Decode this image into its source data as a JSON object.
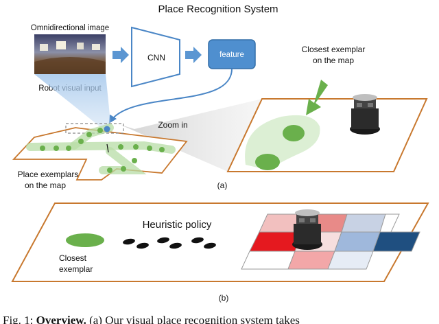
{
  "title": "Place Recognition System",
  "panel_a": {
    "omni_label": "Omnidirectional image",
    "robot_input_label": "Robot visual input",
    "cnn_label": "CNN",
    "feature_label": "feature",
    "closest_label_line1": "Closest exemplar",
    "closest_label_line2": "on the map",
    "zoom_label": "Zoom in",
    "place_label_line1": "Place exemplars",
    "place_label_line2": "on the map",
    "panel_tag": "(a)"
  },
  "panel_b": {
    "policy_label": "Heuristic policy",
    "closest_line1": "Closest",
    "closest_line2": "exemplar",
    "panel_tag": "(b)"
  },
  "caption": {
    "prefix": "Fig.  1: ",
    "bold": "Overview.",
    "rest": " (a) Our visual place recognition system takes"
  },
  "colors": {
    "accent_blue": "#4a86c6",
    "map_orange": "#c8782e",
    "exemplar_green": "#6ab04c",
    "light_green": "#dcefd4"
  },
  "icons": [
    "robot-icon",
    "footprint-icon",
    "arrow-icon"
  ]
}
